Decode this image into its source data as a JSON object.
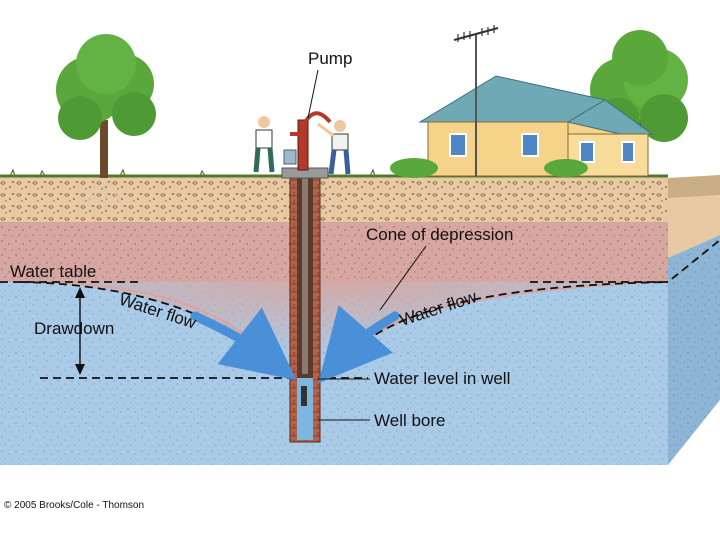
{
  "labels": {
    "pump": "Pump",
    "cone_of_depression": "Cone of depression",
    "water_table": "Water table",
    "water_flow_left": "Water flow",
    "water_flow_right": "Water flow",
    "drawdown": "Drawdown",
    "water_level_in_well": "Water level in well",
    "well_bore": "Well bore"
  },
  "copyright": "© 2005 Brooks/Cole - Thomson",
  "colors": {
    "topsoil": "#e8c9a3",
    "unsaturated_zone": "#d8a6a0",
    "aquifer": "#a9cbe8",
    "aquifer_side": "#8fb5d6",
    "well_casing": "#b4624a",
    "tree_green": "#5aa83c",
    "house_wall": "#f5d48a",
    "house_roof": "#6fa9b5",
    "flow_arrow": "#4a90d9"
  },
  "icons": [
    "tree-icon",
    "house-icon",
    "hand-pump-icon",
    "person-icon",
    "antenna-icon",
    "arrow-icon"
  ]
}
